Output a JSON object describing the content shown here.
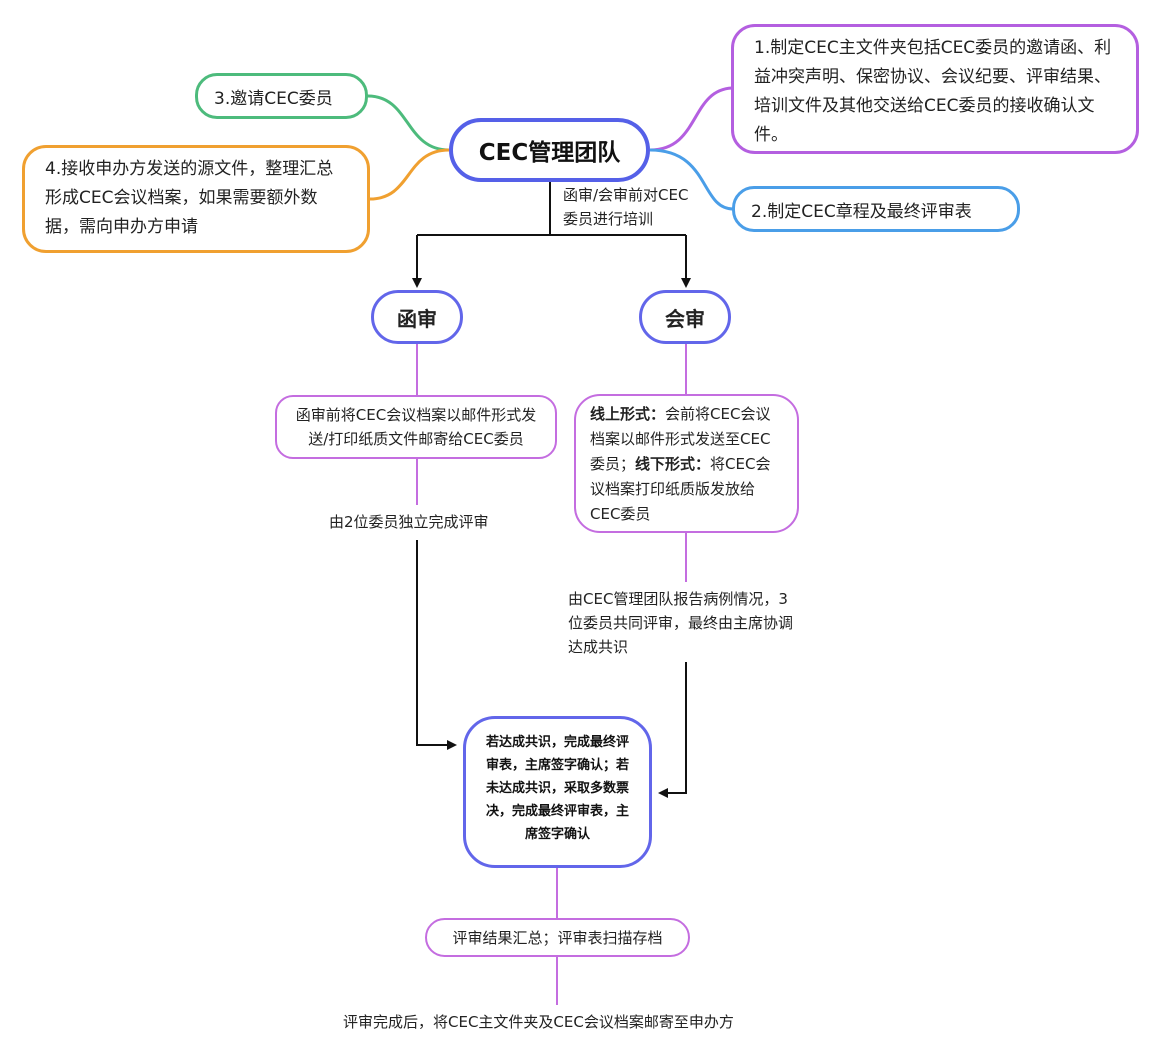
{
  "center": {
    "title": "CEC管理团队"
  },
  "branches": {
    "item1": "1.制定CEC主文件夹包括CEC委员的邀请函、利益冲突声明、保密协议、会议纪要、评审结果、培训文件及其他交送给CEC委员的接收确认文件。",
    "item2": "2.制定CEC章程及最终评审表",
    "item3": "3.邀请CEC委员",
    "item4": "4.接收申办方发送的源文件，整理汇总形成CEC会议档案，如果需要额外数据，需向申办方申请"
  },
  "training_label": "函审/会审前对CEC委员进行培训",
  "review_types": {
    "correspondence": "函审",
    "meeting": "会审"
  },
  "correspondence_desc": "函审前将CEC会议档案以邮件形式发送/打印纸质文件邮寄给CEC委员",
  "meeting_desc": {
    "online_label": "线上形式：",
    "online_text": "会前将CEC会议档案以邮件形式发送至CEC委员；",
    "offline_label": "线下形式：",
    "offline_text": "将CEC会议档案打印纸质版发放给CEC委员"
  },
  "independent_label": "由2位委员独立完成评审",
  "meeting_process_label": "由CEC管理团队报告病例情况，3位委员共同评审，最终由主席协调达成共识",
  "result_text": "若达成共识，完成最终评审表，主席签字确认；若未达成共识，采取多数票决，完成最终评审表，主席签字确认",
  "summary_text": "评审结果汇总；评审表扫描存档",
  "final_text": "评审完成后，将CEC主文件夹及CEC会议档案邮寄至申办方",
  "colors": {
    "center_border": "#5560e8",
    "item1_border": "#b45fe0",
    "item2_border": "#4a9ee8",
    "item3_border": "#4dbb7c",
    "item4_border": "#f0a030",
    "purple_line": "#c46de0"
  }
}
